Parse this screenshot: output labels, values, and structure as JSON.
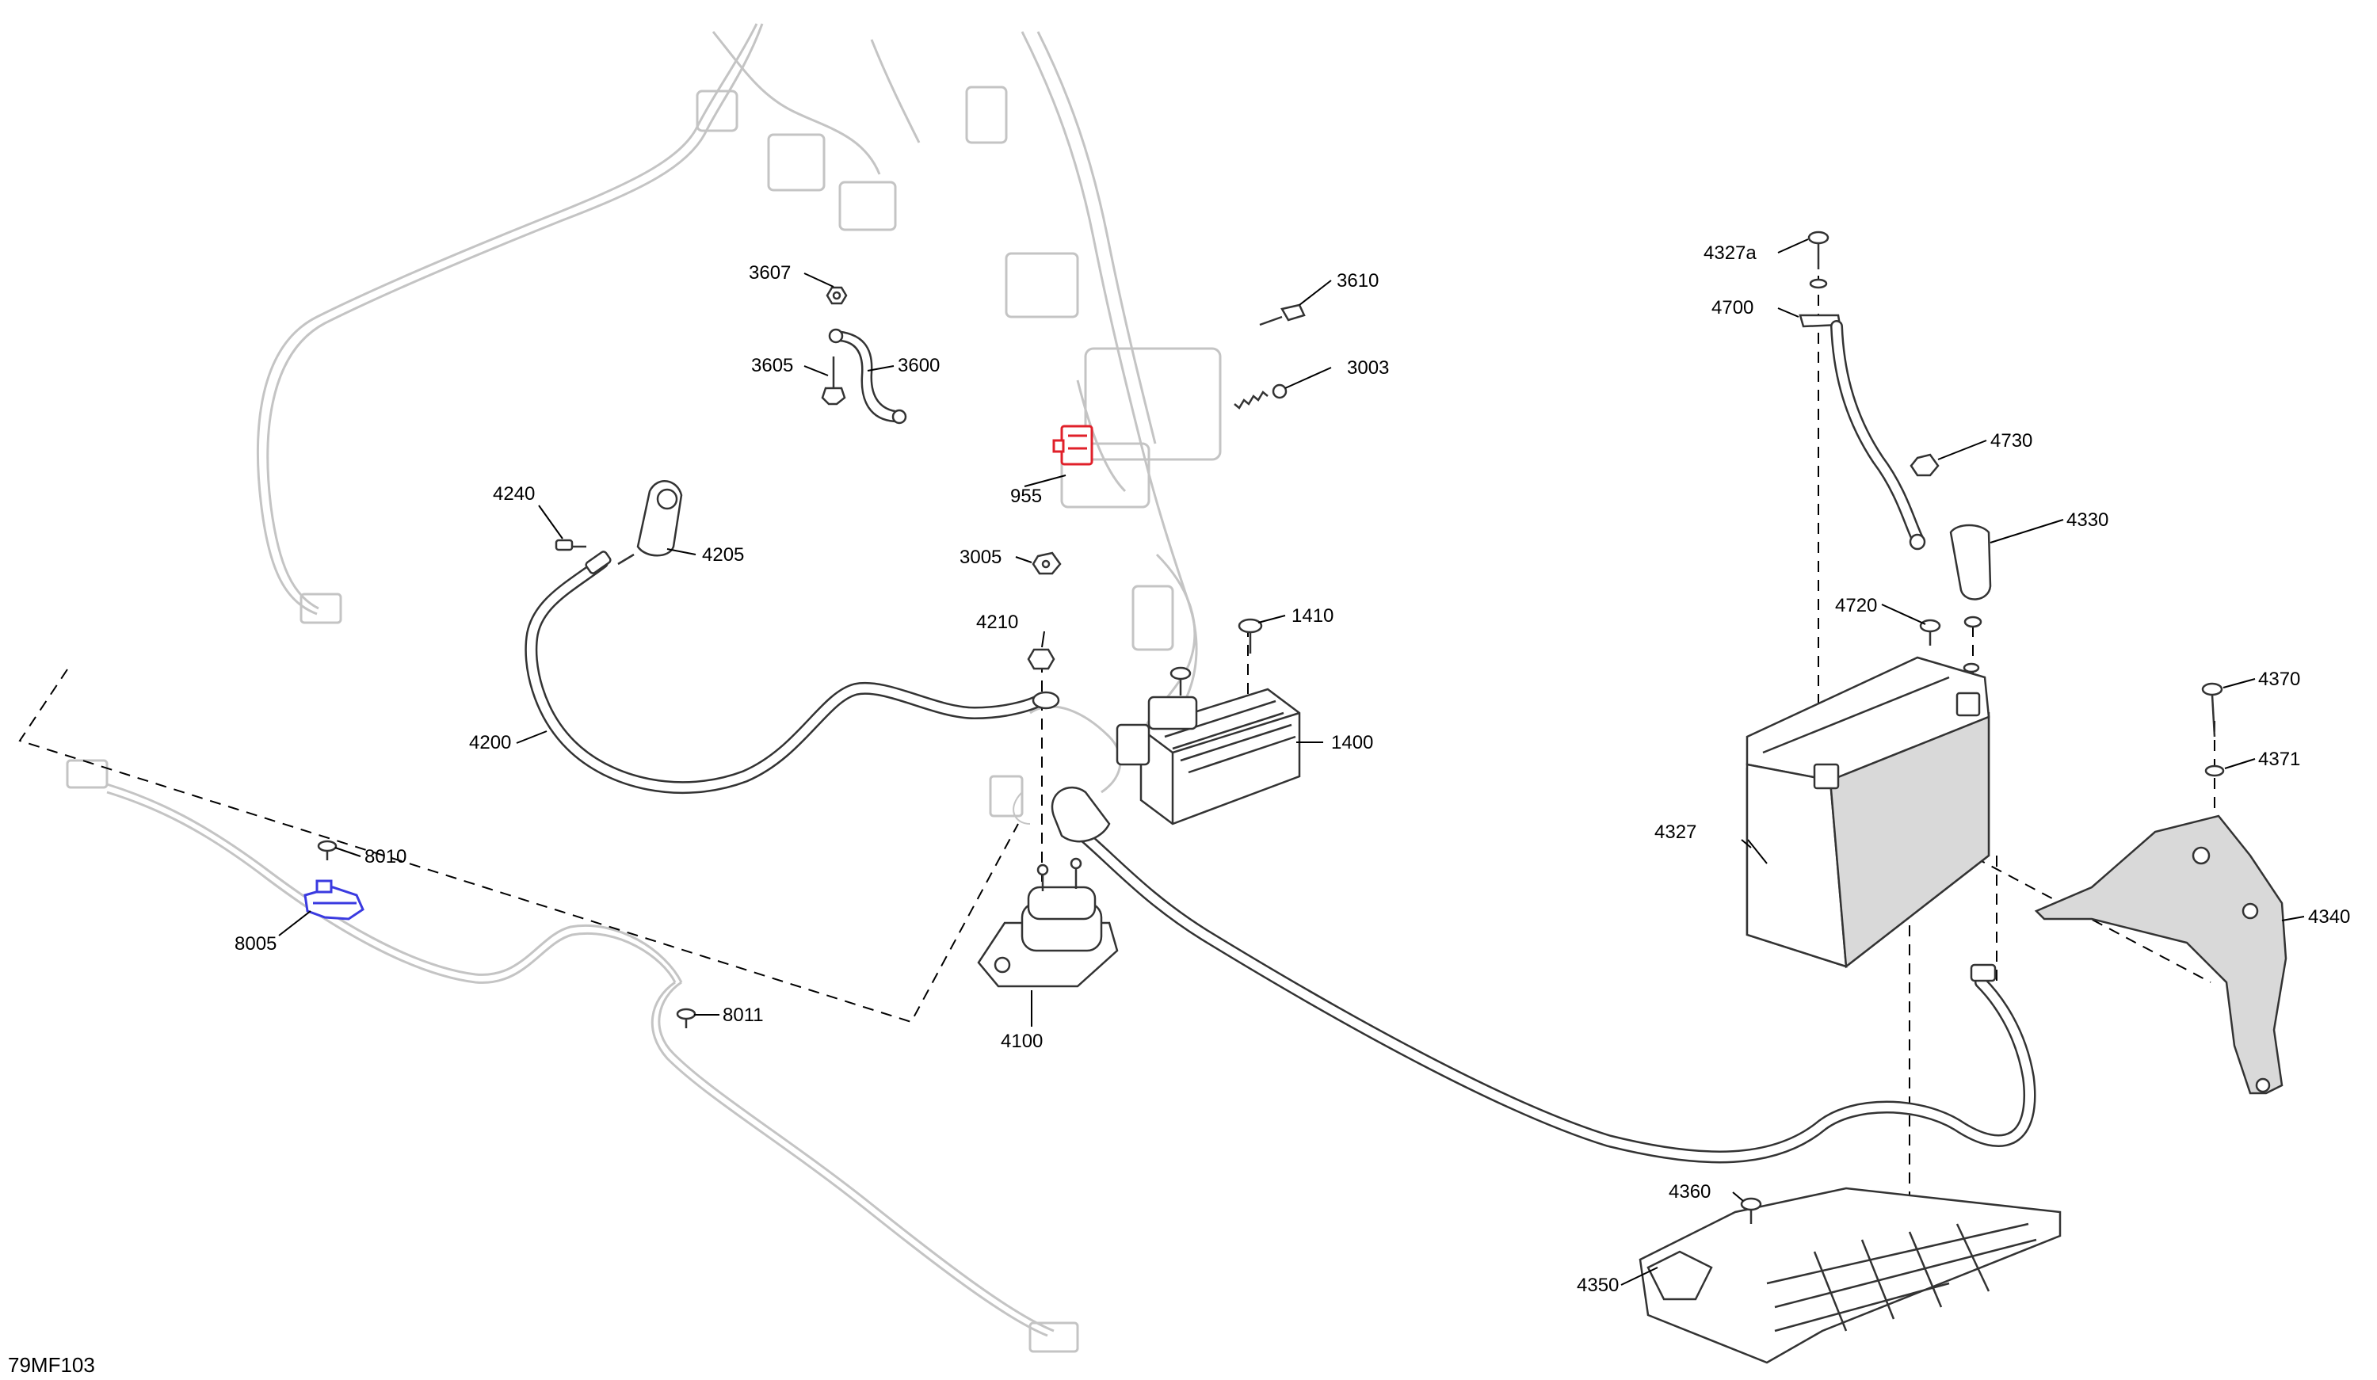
{
  "diagram": {
    "reference_code": "79MF103",
    "highlight_colors": {
      "red_part": "#e0202a",
      "blue_part": "#3a3ae0"
    },
    "parts": [
      {
        "id": "p3607",
        "label": "3607"
      },
      {
        "id": "p3605",
        "label": "3605"
      },
      {
        "id": "p3600",
        "label": "3600"
      },
      {
        "id": "p3610",
        "label": "3610"
      },
      {
        "id": "p3003",
        "label": "3003"
      },
      {
        "id": "p955",
        "label": "955"
      },
      {
        "id": "p3005",
        "label": "3005"
      },
      {
        "id": "p4240",
        "label": "4240"
      },
      {
        "id": "p4205",
        "label": "4205"
      },
      {
        "id": "p4210",
        "label": "4210"
      },
      {
        "id": "p1410",
        "label": "1410"
      },
      {
        "id": "p1400",
        "label": "1400"
      },
      {
        "id": "p4200",
        "label": "4200"
      },
      {
        "id": "p8010",
        "label": "8010"
      },
      {
        "id": "p8005",
        "label": "8005"
      },
      {
        "id": "p8011",
        "label": "8011"
      },
      {
        "id": "p4100",
        "label": "4100"
      },
      {
        "id": "p4327a",
        "label": "4327a"
      },
      {
        "id": "p4700",
        "label": "4700"
      },
      {
        "id": "p4730",
        "label": "4730"
      },
      {
        "id": "p4330",
        "label": "4330"
      },
      {
        "id": "p4720",
        "label": "4720"
      },
      {
        "id": "p4327",
        "label": "4327"
      },
      {
        "id": "p4370",
        "label": "4370"
      },
      {
        "id": "p4371",
        "label": "4371"
      },
      {
        "id": "p4340",
        "label": "4340"
      },
      {
        "id": "p4360",
        "label": "4360"
      },
      {
        "id": "p4350",
        "label": "4350"
      }
    ]
  }
}
